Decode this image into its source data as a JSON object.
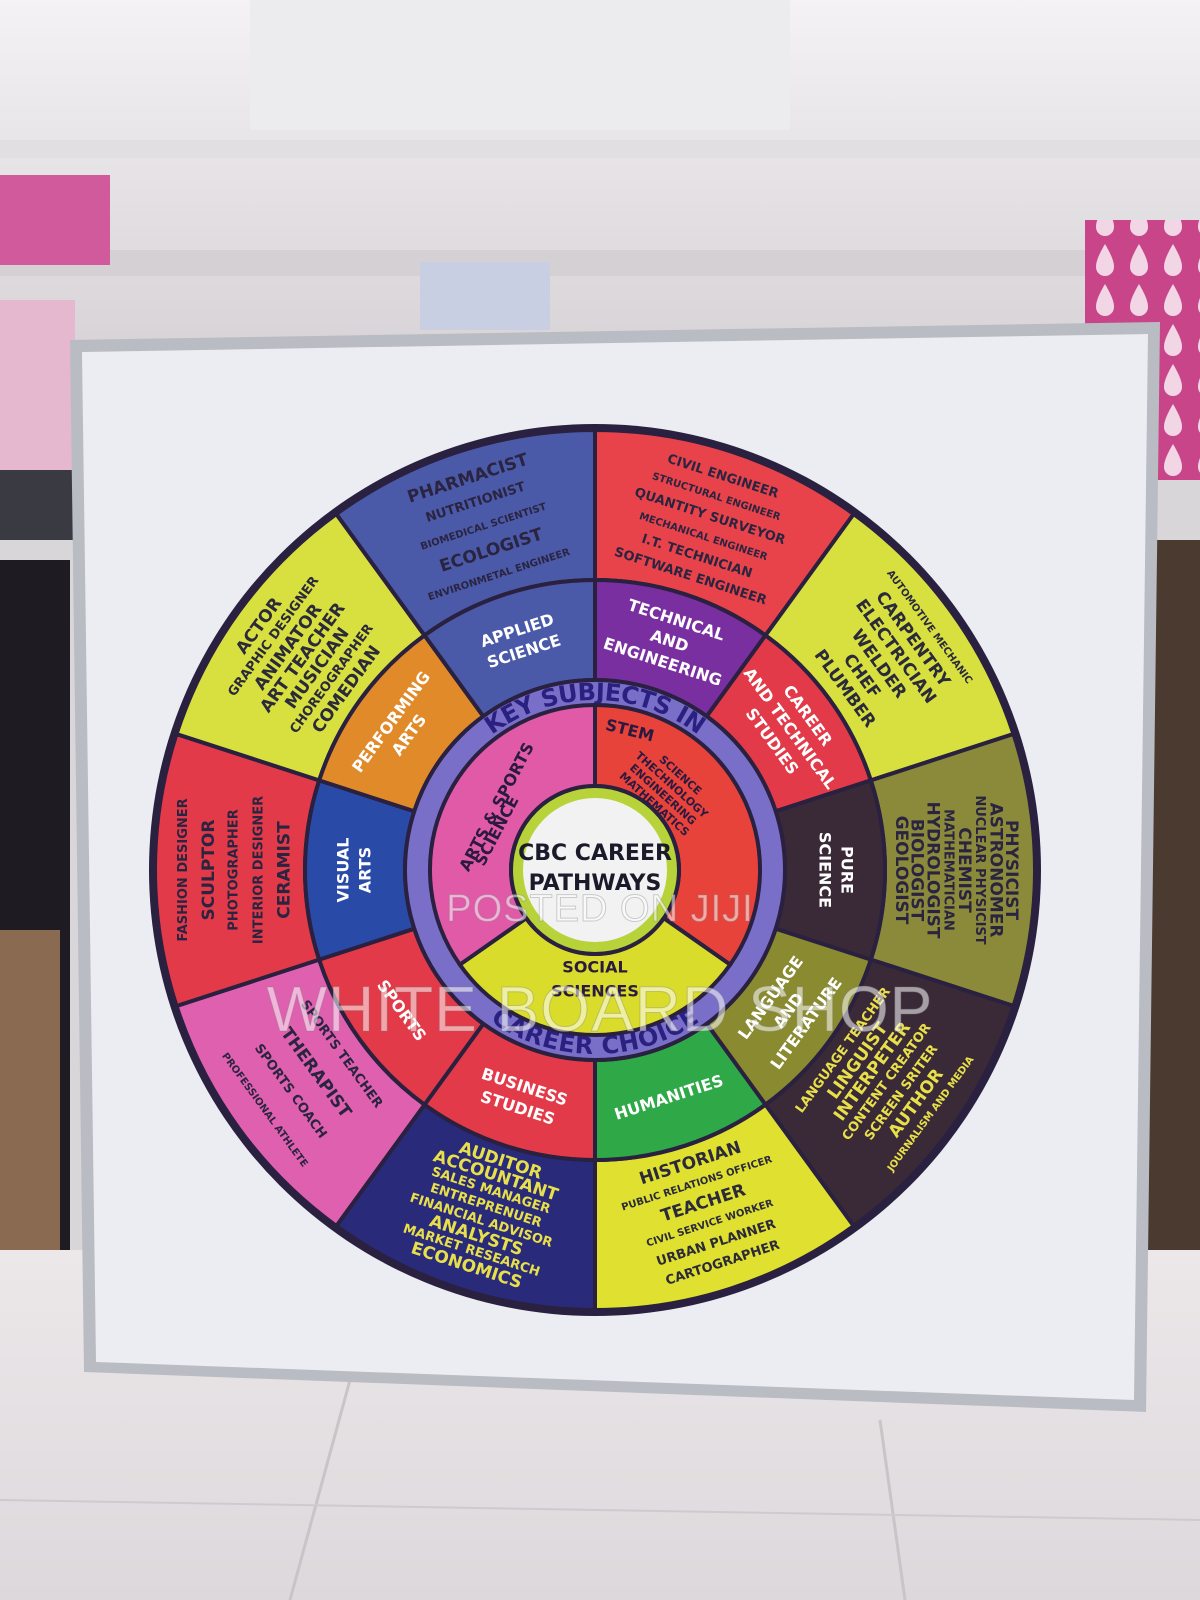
{
  "center": {
    "line1": "CBC CAREER",
    "line2": "PATHWAYS"
  },
  "ring_text": {
    "top": "KEY SUBJECTS IN",
    "bottom": "CAREER CHOICE"
  },
  "key_subjects": [
    {
      "id": "stem",
      "color": "#e8433a",
      "title": "STEM",
      "subs": [
        "SCIENCE",
        "THECHNOLOGY",
        "ENGINEERING",
        "MATHEMATICS"
      ]
    },
    {
      "id": "social",
      "color": "#d9dc2a",
      "title": "SOCIAL",
      "title2": "SCIENCES"
    },
    {
      "id": "arts",
      "color": "#e05aa8",
      "title": "ARTS & SPORTS",
      "title2": "SCIENCE"
    }
  ],
  "pathways": [
    {
      "id": "technical",
      "color": "#7a2fa0",
      "lines": [
        "TECHNICAL",
        "AND",
        "ENGINEERING"
      ]
    },
    {
      "id": "career-tech",
      "color": "#e23a48",
      "lines": [
        "CAREER",
        "AND TECHNICAL",
        "STUDIES"
      ]
    },
    {
      "id": "pure-science",
      "color": "#3a2a38",
      "lines": [
        "PURE",
        "SCIENCE"
      ]
    },
    {
      "id": "language",
      "color": "#8a8a30",
      "lines": [
        "LANGUAGE",
        "AND",
        "LITERATURE"
      ]
    },
    {
      "id": "humanities",
      "color": "#2fa848",
      "lines": [
        "HUMANITIES"
      ]
    },
    {
      "id": "business",
      "color": "#e23a48",
      "lines": [
        "BUSINESS",
        "STUDIES"
      ]
    },
    {
      "id": "sports",
      "color": "#e23a48",
      "lines": [
        "SPORTS"
      ]
    },
    {
      "id": "visual-arts",
      "color": "#2a4aa8",
      "lines": [
        "VISUAL",
        "ARTS"
      ]
    },
    {
      "id": "performing-arts",
      "color": "#e08a2a",
      "lines": [
        "PERFORMING",
        "ARTS"
      ]
    },
    {
      "id": "applied-science",
      "color": "#4a5aa8",
      "lines": [
        "APPLIED",
        "SCIENCE"
      ]
    }
  ],
  "careers": [
    {
      "id": "technical",
      "color": "#e8434a",
      "items": [
        "CIVIL ENGINEER",
        "STRUCTURAL ENGINEER",
        "QUANTITY SURVEYOR",
        "MECHANICAL ENGINEER",
        "I.T. TECHNICIAN",
        "SOFTWARE ENGINEER"
      ]
    },
    {
      "id": "career-tech",
      "color": "#d8e040",
      "items": [
        "AUTOMOTIVE MECHANIC",
        "CARPENTRY",
        "ELECTRICIAN",
        "WELDER",
        "CHEF",
        "PLUMBER"
      ]
    },
    {
      "id": "pure-science",
      "color": "#8a8a3a",
      "items": [
        "PHYSICIST",
        "ASTRONOMER",
        "NUCLEAR PHYSICIST",
        "CHEMIST",
        "MATHEMATICIAN",
        "HYDROLOGIST",
        "BIOLOGIST",
        "GEOLOGIST"
      ]
    },
    {
      "id": "language",
      "color": "#3a2a38",
      "items": [
        "JOURNALISM AND MEDIA",
        "AUTHOR",
        "SCREEN SRITER",
        "CONTENT CREATOR",
        "INTERPETER",
        "LINGUIST",
        "LANGUAGE TEACHER"
      ]
    },
    {
      "id": "humanities",
      "color": "#e0e030",
      "items": [
        "CARTOGRAPHER",
        "URBAN PLANNER",
        "CIVIL SERVICE WORKER",
        "TEACHER",
        "PUBLIC RELATIONS OFFICER",
        "HISTORIAN"
      ]
    },
    {
      "id": "business",
      "color": "#2a2a7a",
      "items": [
        "ECONOMICS",
        "MARKET RESEARCH",
        "ANALYSTS",
        "FINANCIAL ADVISOR",
        "ENTREPRENUER",
        "SALES MANAGER",
        "ACCOUNTANT",
        "AUDITOR"
      ]
    },
    {
      "id": "sports",
      "color": "#e060b0",
      "items": [
        "PROFESSIONAL ATHLETE",
        "SPORTS COACH",
        "THERAPIST",
        "SPORTS TEACHER"
      ]
    },
    {
      "id": "visual-arts",
      "color": "#e23a48",
      "items": [
        "FASHION DESIGNER",
        "SCULPTOR",
        "PHOTOGRAPHER",
        "INTERIOR DESIGNER",
        "CERAMIST"
      ]
    },
    {
      "id": "performing-arts",
      "color": "#d8e040",
      "items": [
        "ACTOR",
        "GRAPHIC DESIGNER",
        "ANIMATOR",
        "ART TEACHER",
        "MUSICIAN",
        "CHOREOGRAPHER",
        "COMEDIAN"
      ]
    },
    {
      "id": "applied-science",
      "color": "#4a5aa8",
      "items": [
        "PHARMACIST",
        "NUTRITIONIST",
        "BIOMEDICAL SCIENTIST",
        "ECOLOGIST",
        "ENVIRONMETAL ENGINEER"
      ]
    }
  ],
  "watermark": {
    "posted": "POSTED ON JIJI",
    "shop": "WHITE BOARD SHOP"
  },
  "colors": {
    "board": "#ecedf2",
    "frame": "#b9bcc2",
    "outline": "#2a2040",
    "inner_ring": "#7a6fc8",
    "center_ring": "#b8d23a"
  }
}
